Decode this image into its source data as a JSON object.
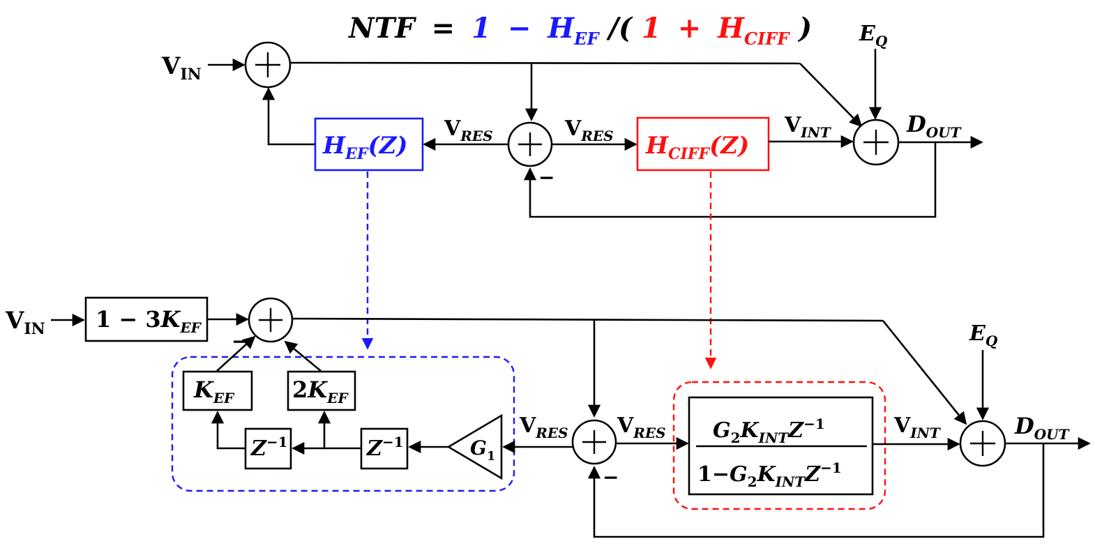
{
  "equation": {
    "lhs": "NTF",
    "eq": "=",
    "one": "1",
    "minus": "−",
    "h_ef": "H",
    "h_ef_sub": "EF",
    "div_open": "/(",
    "one2": "1",
    "plus": "+",
    "h_ciff": "H",
    "h_ciff_sub": "CIFF",
    "close": ")"
  },
  "top": {
    "vin": "V",
    "vin_sub": "IN",
    "eq_label": "E",
    "eq_sub": "Q",
    "hef_box": {
      "main": "H",
      "sub": "EF",
      "arg": "(Z)"
    },
    "hciff_box": {
      "main": "H",
      "sub": "CIFF",
      "arg": "(Z)"
    },
    "vres_left": {
      "main": "V",
      "sub": "RES"
    },
    "vres_right": {
      "main": "V",
      "sub": "RES"
    },
    "vint": {
      "main": "V",
      "sub": "INT"
    },
    "dout": {
      "main": "D",
      "sub": "OUT"
    },
    "minus_sign": "−"
  },
  "bottom": {
    "vin": "V",
    "vin_sub": "IN",
    "gain_box": {
      "pre": "1 − 3",
      "main": "K",
      "sub": "EF"
    },
    "kef_box": {
      "main": "K",
      "sub": "EF"
    },
    "k2ef_box": {
      "pre": "2",
      "main": "K",
      "sub": "EF"
    },
    "zinv1": {
      "main": "Z",
      "sup": "−1"
    },
    "zinv2": {
      "main": "Z",
      "sup": "−1"
    },
    "g1": {
      "main": "G",
      "sub": "1"
    },
    "vres_left": {
      "main": "V",
      "sub": "RES"
    },
    "vres_right": {
      "main": "V",
      "sub": "RES"
    },
    "vint": {
      "main": "V",
      "sub": "INT"
    },
    "dout": {
      "main": "D",
      "sub": "OUT"
    },
    "eq_label": "E",
    "eq_sub": "Q",
    "minus_sum1": "−",
    "minus_sum2": "−",
    "fraction": {
      "num_g": "G",
      "num_g_sub": "2",
      "num_k": "K",
      "num_k_sub": "INT",
      "num_z": "Z",
      "num_z_sup": "−1",
      "den_pre": "1−",
      "den_g": "G",
      "den_g_sub": "2",
      "den_k": "K",
      "den_k_sub": "INT",
      "den_z": "Z",
      "den_z_sup": "−1"
    }
  },
  "colors": {
    "blue": "#1a1aff",
    "red": "#ff1010",
    "black": "#000000"
  }
}
